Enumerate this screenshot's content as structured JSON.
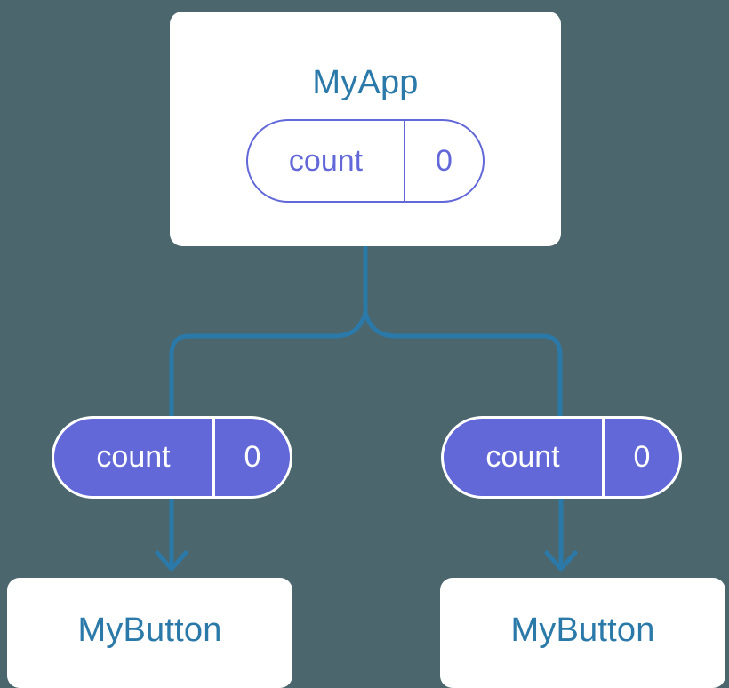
{
  "diagram": {
    "title": "MyApp",
    "background_color": "#4c666e",
    "line_color": "#2a79a8",
    "accent_color": "#6268d8",
    "box_fill": "#ffffff"
  },
  "root": {
    "name": "MyApp",
    "state": {
      "key": "count",
      "value": "0"
    }
  },
  "children": [
    {
      "state": {
        "key": "count",
        "value": "0"
      },
      "component": "MyButton"
    },
    {
      "state": {
        "key": "count",
        "value": "0"
      },
      "component": "MyButton"
    }
  ]
}
